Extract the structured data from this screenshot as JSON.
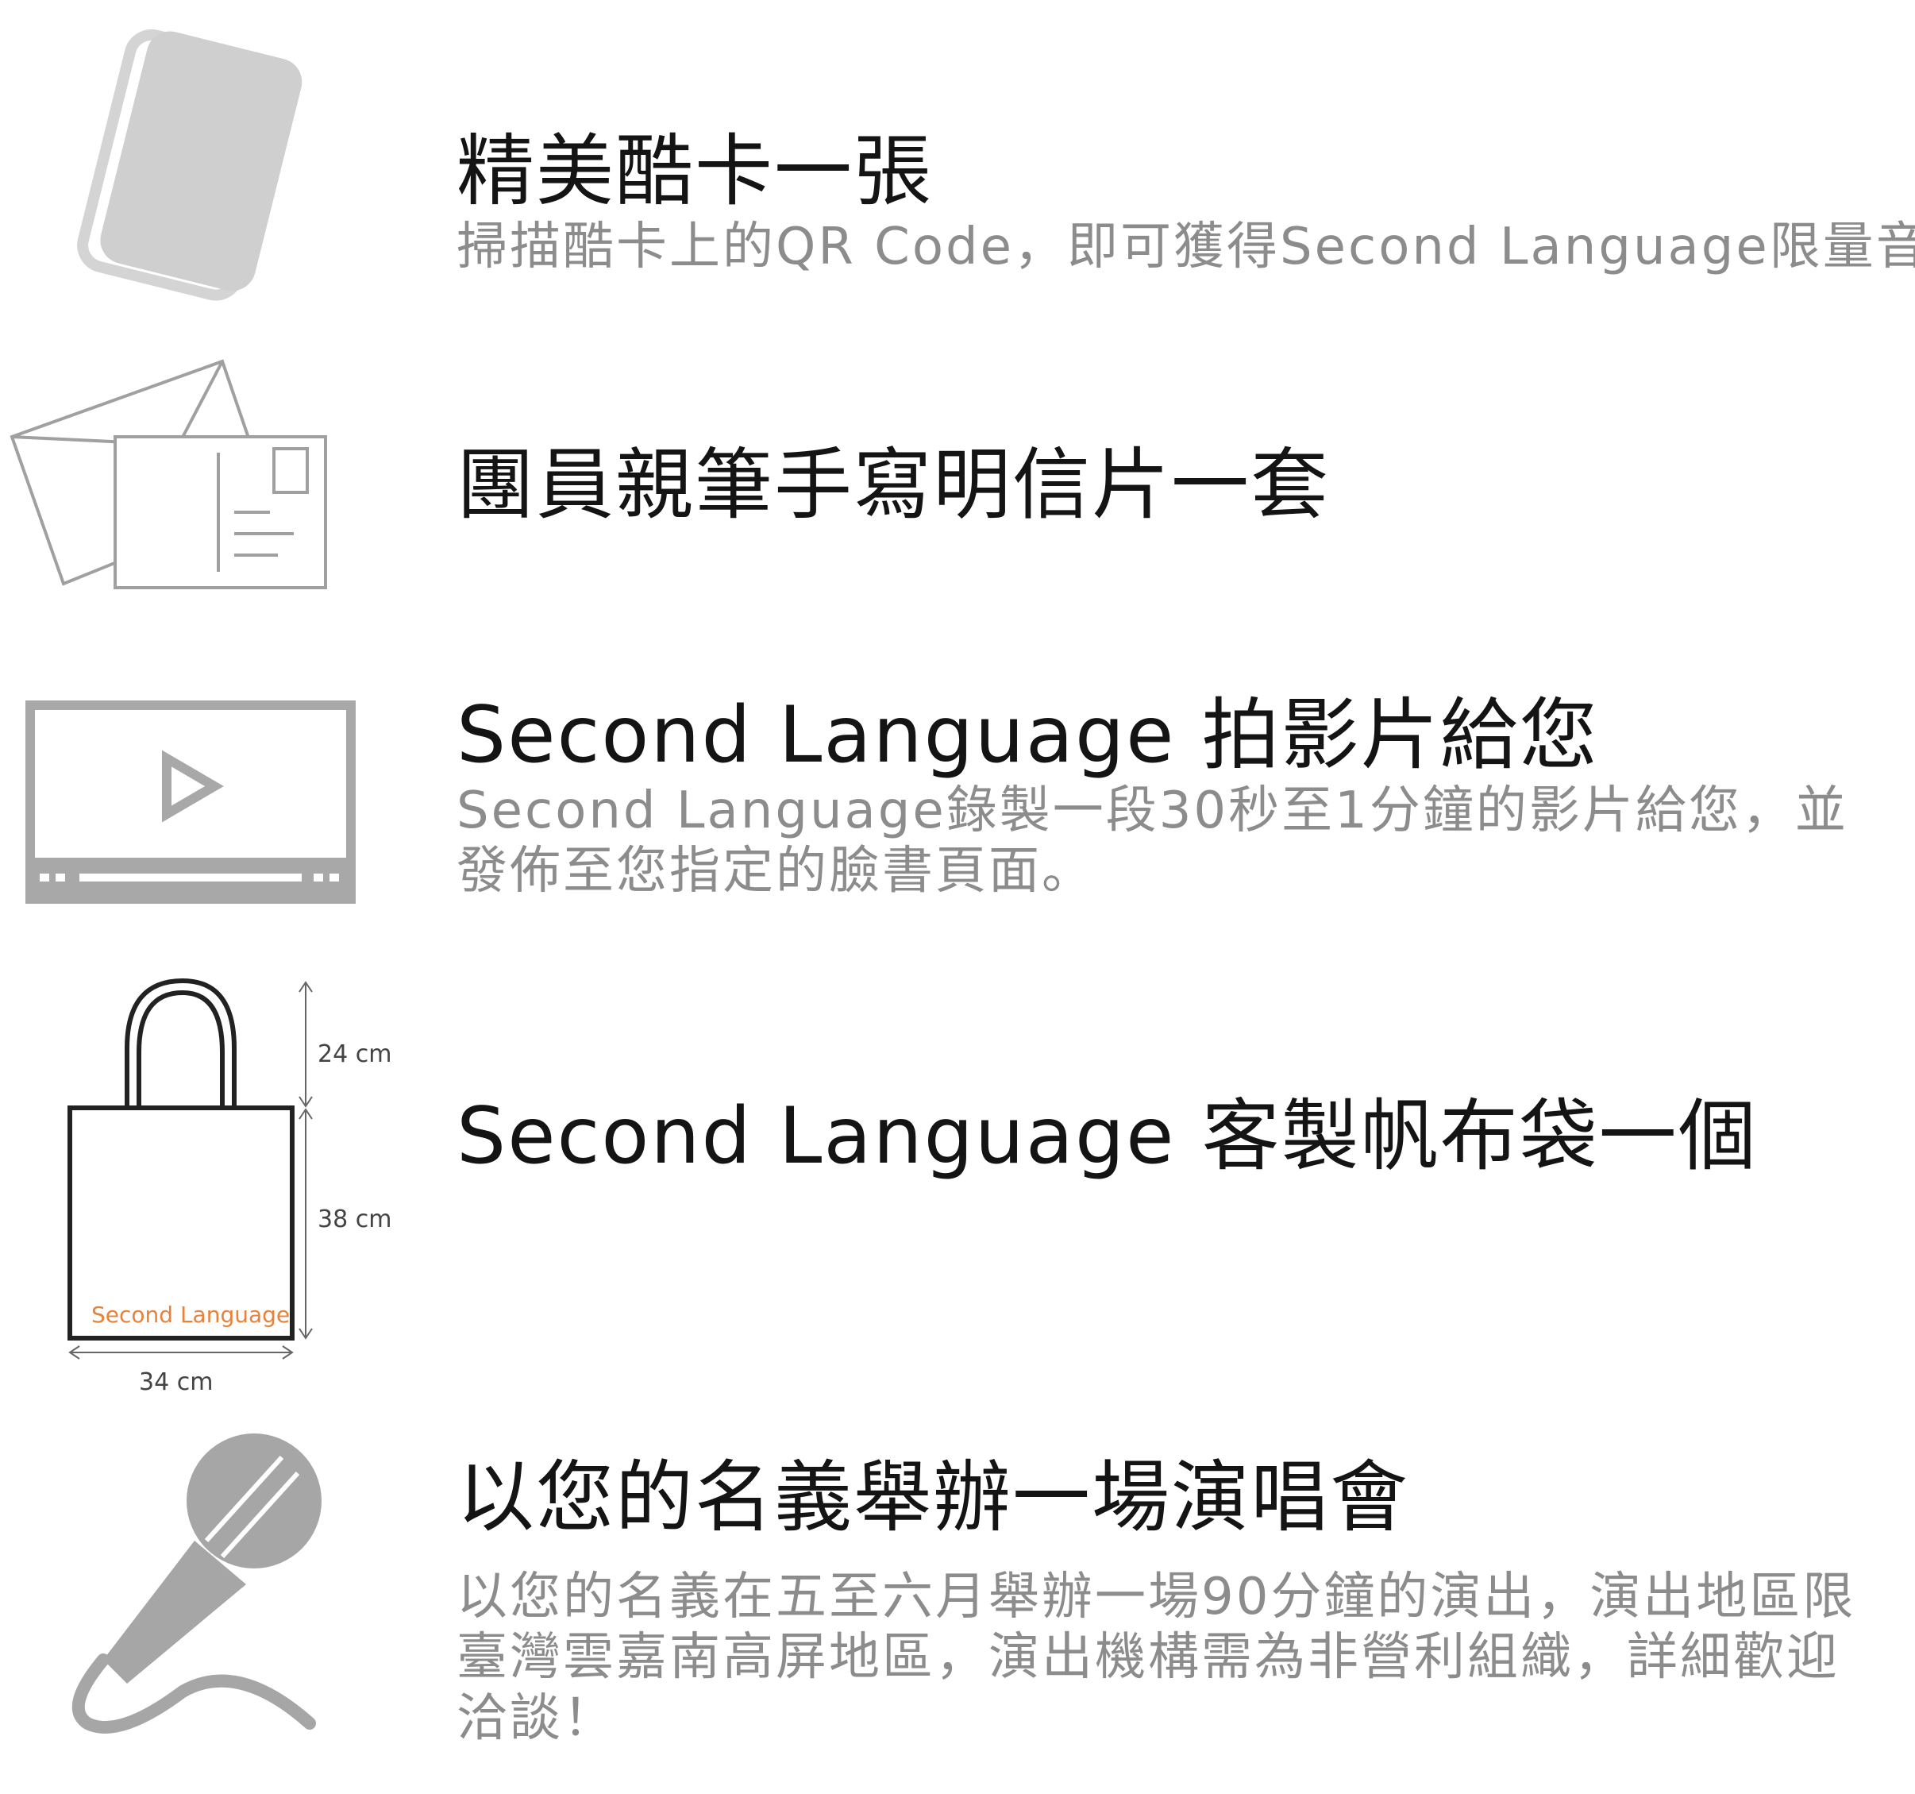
{
  "items": [
    {
      "icon": "cards-icon",
      "title": "精美酷卡一張",
      "description": "掃描酷卡上的QR Code，即可獲得Second Language限量音樂"
    },
    {
      "icon": "postcard-envelope-icon",
      "title": "團員親筆手寫明信片一套",
      "description": ""
    },
    {
      "icon": "video-player-icon",
      "title": "Second Language 拍影片給您",
      "description": "Second Language錄製一段30秒至1分鐘的影片給您，並發佈至您指定的臉書頁面。"
    },
    {
      "icon": "tote-bag-icon",
      "title": "Second Language 客製帆布袋一個",
      "description": "",
      "bag": {
        "brand": "Second Language",
        "handle_height": "24 cm",
        "body_height": "38 cm",
        "width": "34 cm"
      }
    },
    {
      "icon": "microphone-icon",
      "title": "以您的名義舉辦一場演唱會",
      "description": "以您的名義在五至六月舉辦一場90分鐘的演出，演出地區限臺灣雲嘉南高屏地區，演出機構需為非營利組織，詳細歡迎洽談！"
    }
  ],
  "colors": {
    "icon_gray": "#cfcfcf",
    "icon_dark_gray": "#a6a6a6",
    "title": "#141414",
    "description": "#8c8c8c",
    "bag_brand": "#e8823a"
  }
}
